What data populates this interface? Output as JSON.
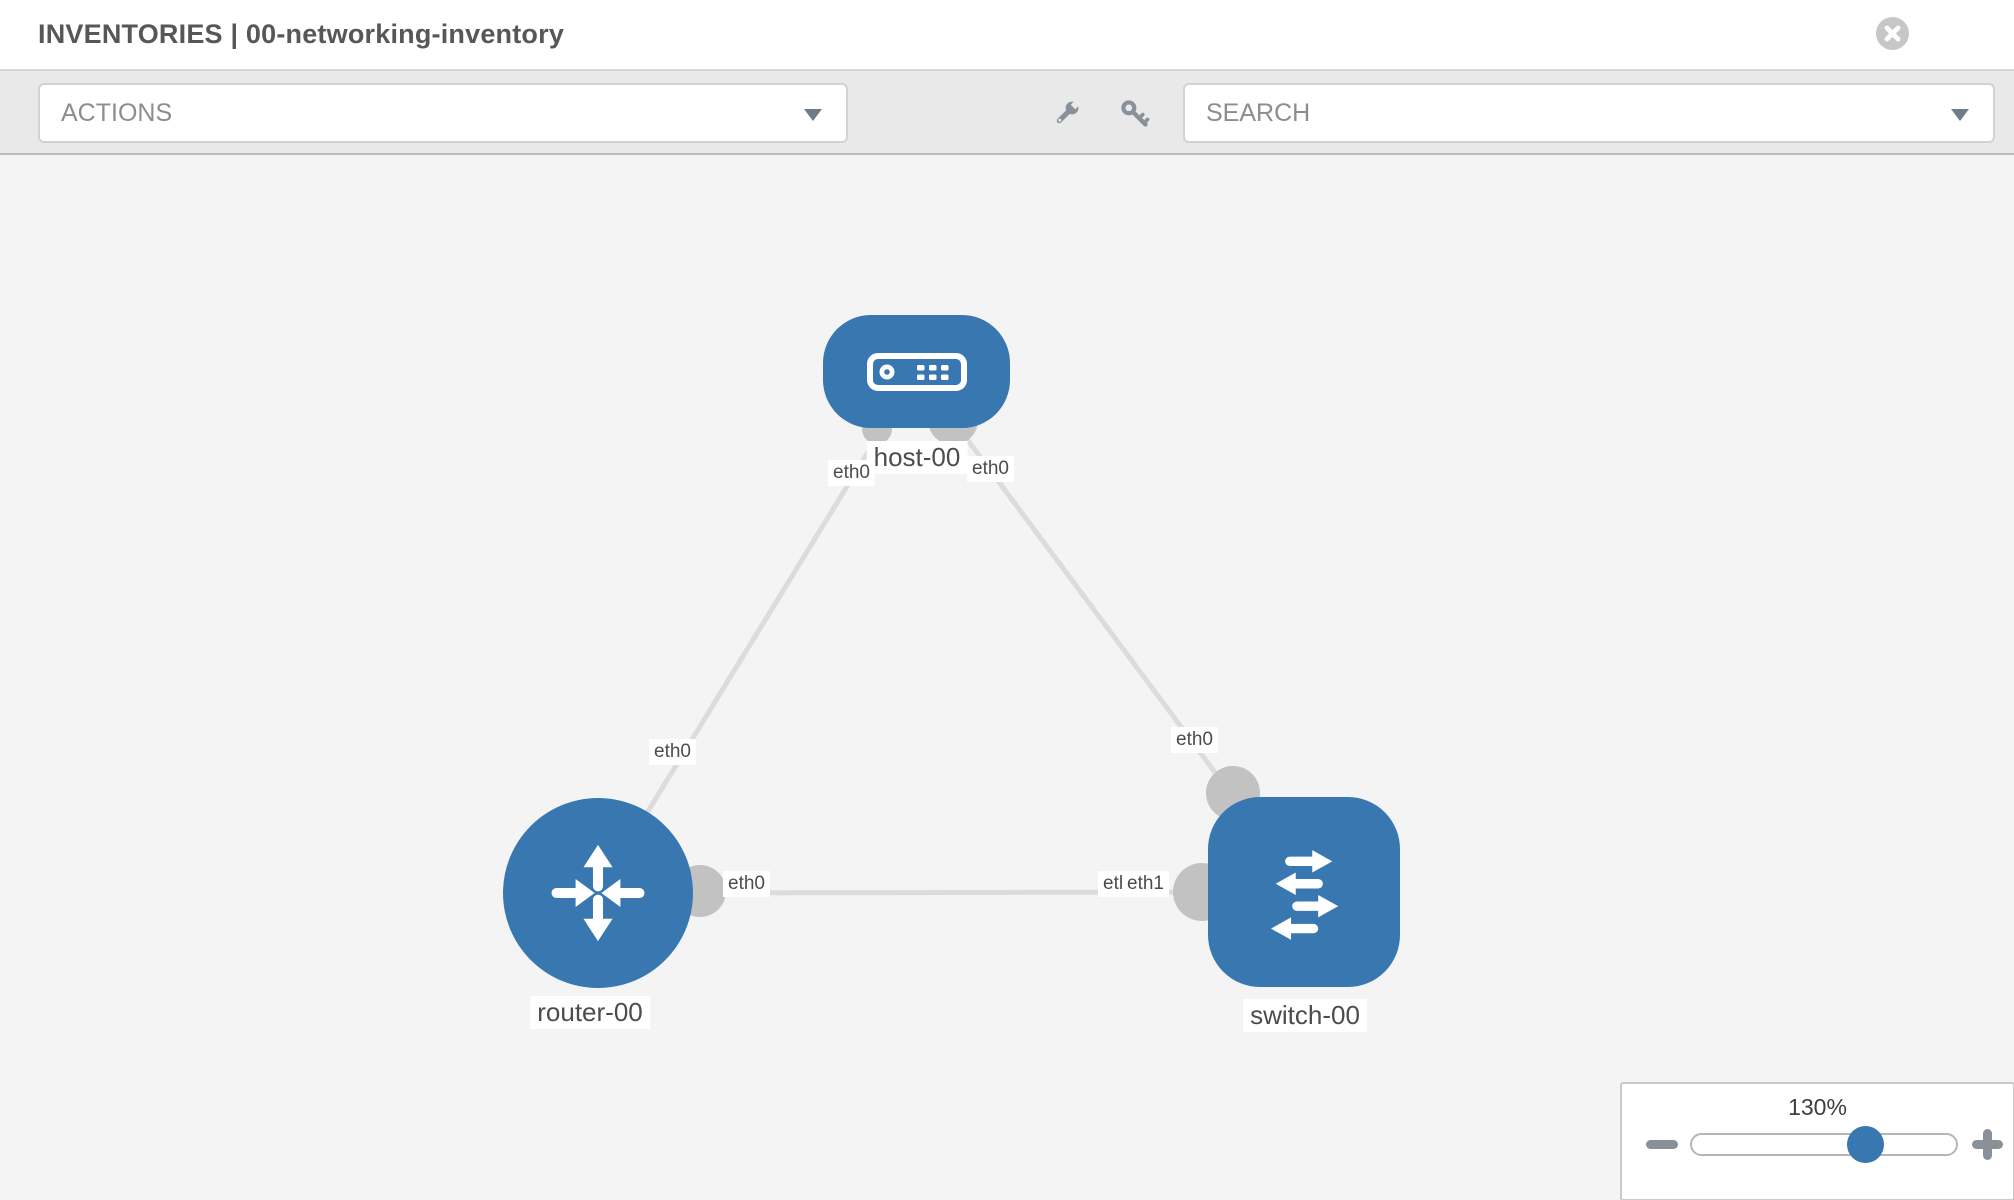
{
  "header": {
    "title": "INVENTORIES | 00-networking-inventory"
  },
  "toolbar": {
    "actions_label": "ACTIONS",
    "search_placeholder": "SEARCH"
  },
  "icons": {
    "close": "circled-x",
    "wrench": "wrench",
    "key": "key",
    "dropdown_caret": "chevron-down",
    "zoom_out": "minus",
    "zoom_in": "plus"
  },
  "colors": {
    "node_blue": "#3877af",
    "link_gray": "#dcdcdc",
    "marker_gray": "#c2c2c2",
    "canvas_bg": "#f4f4f4",
    "toolbar_bg": "#e9e9e9"
  },
  "topology": {
    "nodes": [
      {
        "id": "host-00",
        "label": "host-00",
        "type": "host"
      },
      {
        "id": "router-00",
        "label": "router-00",
        "type": "router"
      },
      {
        "id": "switch-00",
        "label": "switch-00",
        "type": "switch"
      }
    ],
    "links": [
      {
        "from": "host-00",
        "to": "router-00",
        "from_if": "eth0",
        "to_if": "eth0"
      },
      {
        "from": "host-00",
        "to": "switch-00",
        "from_if": "eth0",
        "to_if": "eth0"
      },
      {
        "from": "router-00",
        "to": "switch-00",
        "from_if": "eth0",
        "to_if": "eth1"
      }
    ],
    "interface_labels": {
      "host_router_host_end": "eth0",
      "host_router_router_end": "eth0",
      "host_switch_host_end": "eth0",
      "host_switch_switch_end": "eth0",
      "router_switch_router_end": "eth0",
      "router_switch_switch_end": "eth1",
      "router_switch_switch_end_overlap": "eth0"
    }
  },
  "zoom_control": {
    "level": "130%"
  }
}
